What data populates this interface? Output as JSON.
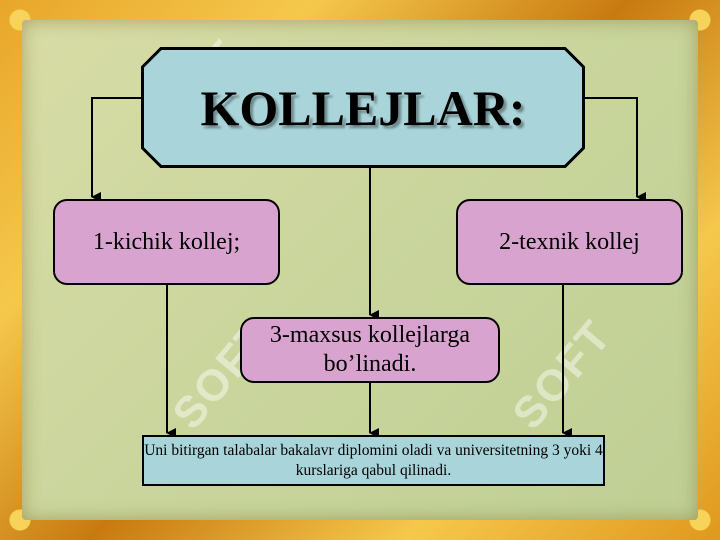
{
  "title": "KOLLEJLAR:",
  "boxes": {
    "small": "1-kichik kollej;",
    "technical": "2-texnik kollej",
    "special": "3-maxsus kollejlarga bo’linadi."
  },
  "bottom_text": "Uni bitirgan talabalar bakalavr diplomini oladi va universitetning 3 yoki 4 kurslariga qabul qilinadi.",
  "watermark": "SOFT",
  "colors": {
    "title_fill": "#a9d4d9",
    "box_fill": "#d9a3cf",
    "background": "#c9d59c",
    "frame": "#e8a62a"
  }
}
